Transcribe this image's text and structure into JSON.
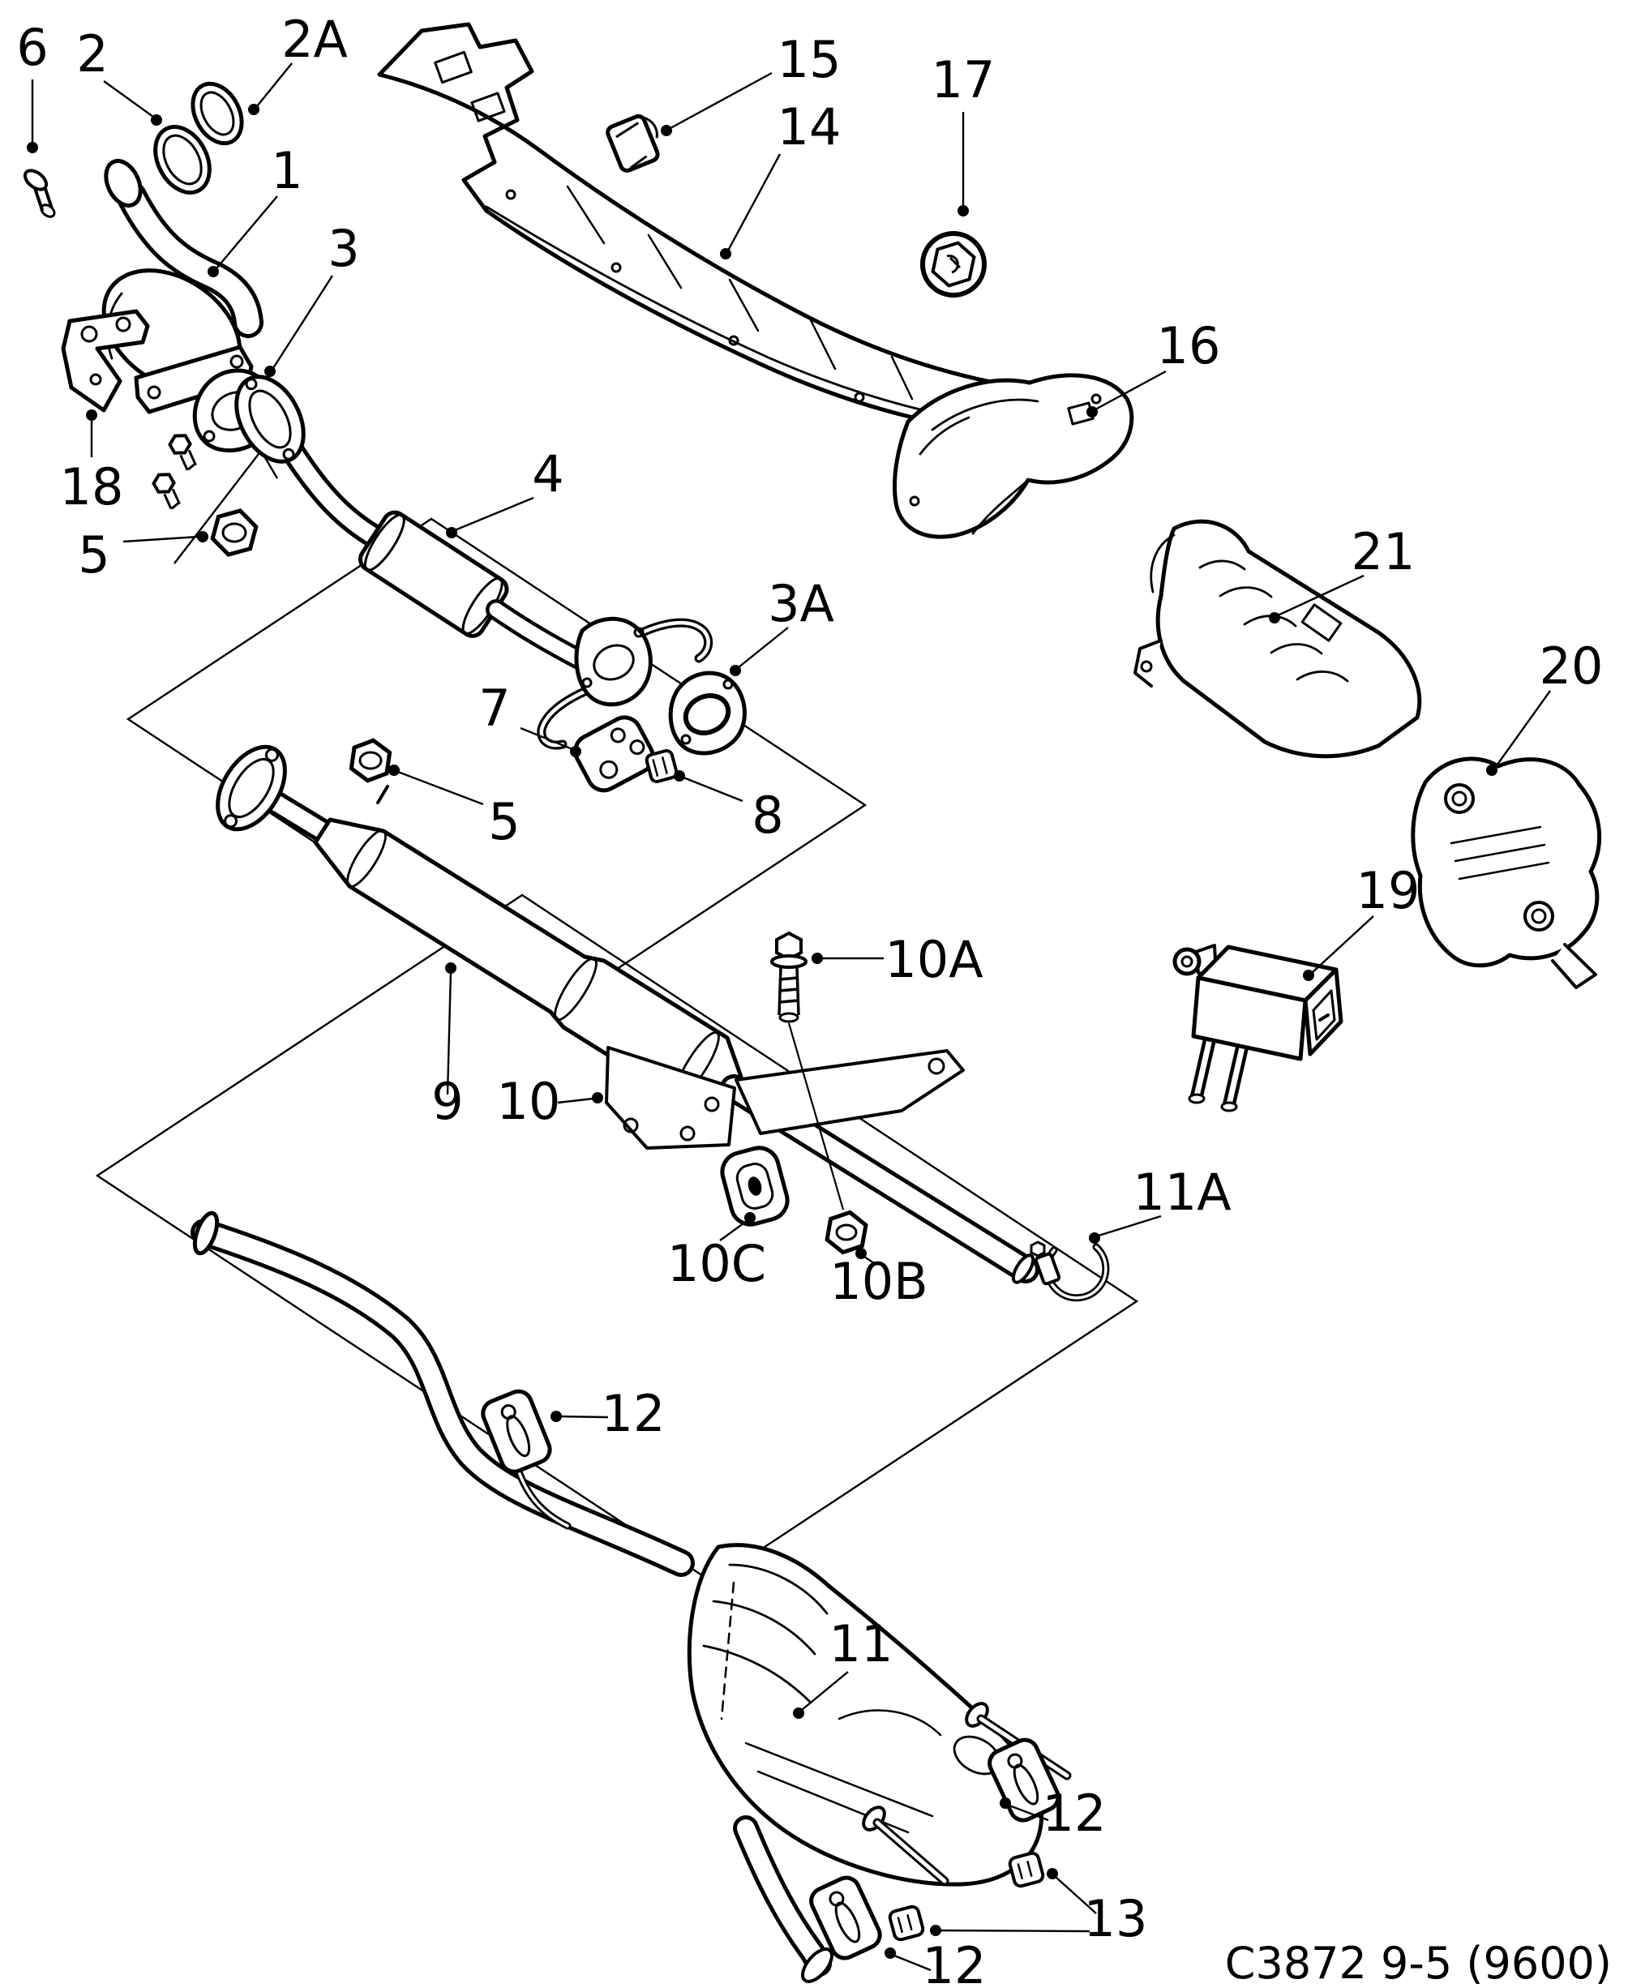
{
  "diagram": {
    "type": "exploded-parts-diagram",
    "subject": "exhaust-system",
    "colors": {
      "background": "#ffffff",
      "line": "#000000"
    },
    "footer": {
      "code": "C3872 9-5 (9600)"
    },
    "callouts": [
      {
        "id": "6",
        "label": "6",
        "part": "stud-bolt"
      },
      {
        "id": "2",
        "label": "2",
        "part": "seal-ring-inner"
      },
      {
        "id": "2A",
        "label": "2A",
        "part": "seal-ring-outer"
      },
      {
        "id": "1",
        "label": "1",
        "part": "catalytic-converter-downpipe"
      },
      {
        "id": "3",
        "label": "3",
        "part": "flange-gasket-front"
      },
      {
        "id": "15",
        "label": "15",
        "part": "heat-shield-clamp"
      },
      {
        "id": "14",
        "label": "14",
        "part": "heat-shield-front"
      },
      {
        "id": "17",
        "label": "17",
        "part": "flange-nut"
      },
      {
        "id": "16",
        "label": "16",
        "part": "heat-shield-center"
      },
      {
        "id": "18",
        "label": "18",
        "part": "support-bracket-front"
      },
      {
        "id": "5",
        "label": "5",
        "part": "hex-nut"
      },
      {
        "id": "4",
        "label": "4",
        "part": "front-exhaust-pipe"
      },
      {
        "id": "3A",
        "label": "3A",
        "part": "flange-gasket-rear"
      },
      {
        "id": "21",
        "label": "21",
        "part": "heat-shield-rear-upper"
      },
      {
        "id": "20",
        "label": "20",
        "part": "heat-shield-rear-lower"
      },
      {
        "id": "7",
        "label": "7",
        "part": "rubber-hanger-front"
      },
      {
        "id": "5b",
        "label": "5",
        "part": "hex-nut"
      },
      {
        "id": "8",
        "label": "8",
        "part": "retaining-clip"
      },
      {
        "id": "19",
        "label": "19",
        "part": "pressure-sensor"
      },
      {
        "id": "10A",
        "label": "10A",
        "part": "mounting-bolt"
      },
      {
        "id": "9",
        "label": "9",
        "part": "intermediate-silencer"
      },
      {
        "id": "10",
        "label": "10",
        "part": "hanger-bracket"
      },
      {
        "id": "11A",
        "label": "11A",
        "part": "pipe-clamp"
      },
      {
        "id": "10C",
        "label": "10C",
        "part": "rubber-mount"
      },
      {
        "id": "10B",
        "label": "10B",
        "part": "mounting-nut"
      },
      {
        "id": "12a",
        "label": "12",
        "part": "rubber-hanger"
      },
      {
        "id": "11",
        "label": "11",
        "part": "rear-silencer"
      },
      {
        "id": "12b",
        "label": "12",
        "part": "rubber-hanger"
      },
      {
        "id": "13",
        "label": "13",
        "part": "retaining-clip"
      },
      {
        "id": "12c",
        "label": "12",
        "part": "rubber-hanger"
      }
    ]
  }
}
